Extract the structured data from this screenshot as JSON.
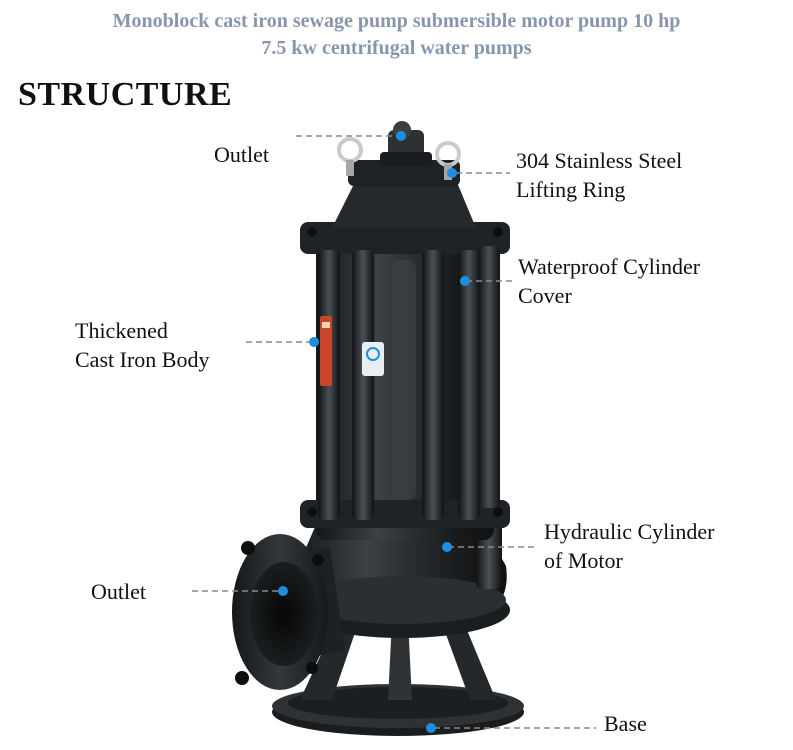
{
  "title": {
    "line1": "Monoblock cast iron sewage pump submersible motor pump 10 hp",
    "line2": "7.5 kw centrifugal water pumps"
  },
  "heading": "STRUCTURE",
  "labels": {
    "outlet_top": "Outlet",
    "lifting_ring": [
      "304 Stainless Steel",
      "Lifting Ring"
    ],
    "cylinder_cover": [
      "Waterproof Cylinder",
      "Cover"
    ],
    "body": [
      "Thickened",
      "Cast Iron Body"
    ],
    "hydraulic": [
      "Hydraulic Cylinder",
      "of Motor"
    ],
    "outlet_side": "Outlet",
    "base": "Base"
  },
  "colors": {
    "title": "#8697ad",
    "pump_dark": "#1f2224",
    "pump_mid": "#34383b",
    "pump_highlight": "#5a6064",
    "callout_dot": "#1e8fe0",
    "leader": "#8a8a8a",
    "warning_label": "#c9442a"
  },
  "icons": {
    "brand_logo": "brand-shield-logo",
    "warning": "warning-label-icon"
  }
}
